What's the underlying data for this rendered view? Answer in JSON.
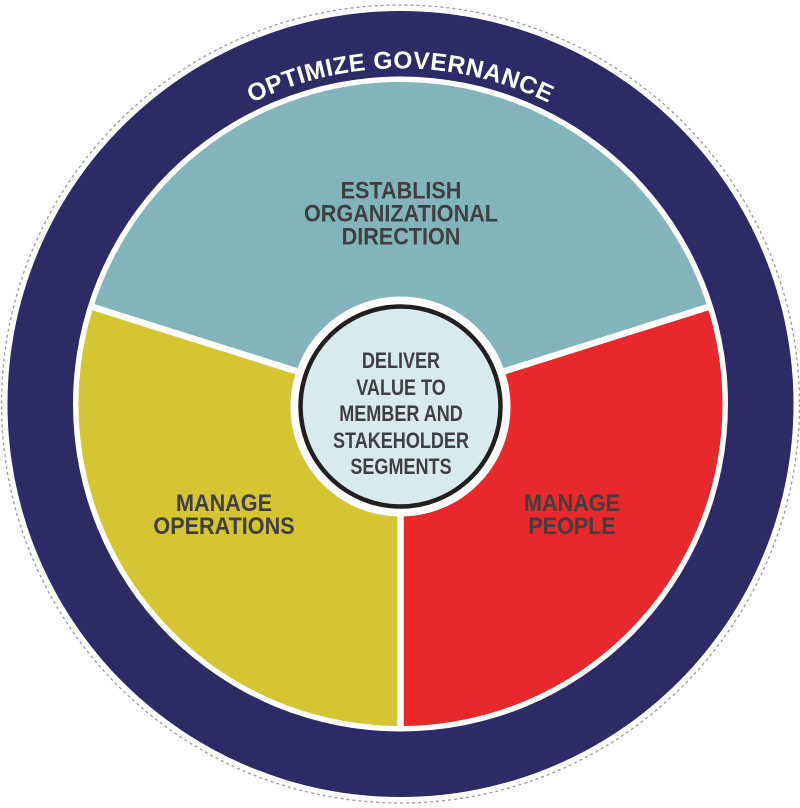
{
  "ring": {
    "label": "OPTIMIZE GOVERNANCE",
    "color": "#2E2A66",
    "text_color": "#FFFFFF"
  },
  "segments": [
    {
      "name": "establish-organizational-direction",
      "label": "ESTABLISH ORGANIZATIONAL DIRECTION",
      "lines": [
        "ESTABLISH",
        "ORGANIZATIONAL",
        "DIRECTION"
      ],
      "color": "#82B4BA"
    },
    {
      "name": "manage-operations",
      "label": "MANAGE OPERATIONS",
      "lines": [
        "MANAGE",
        "OPERATIONS"
      ],
      "color": "#D4C632"
    },
    {
      "name": "manage-people",
      "label": "MANAGE PEOPLE",
      "lines": [
        "MANAGE",
        "PEOPLE"
      ],
      "color": "#E8282B"
    }
  ],
  "center": {
    "label": "DELIVER VALUE TO MEMBER AND STAKEHOLDER SEGMENTS",
    "lines": [
      "DELIVER",
      "VALUE TO",
      "MEMBER AND",
      "STAKEHOLDER",
      "SEGMENTS"
    ],
    "fill": "#D8EAEC",
    "border_color": "#231F20"
  },
  "label_text_color": "#3F3F41",
  "divider_color": "#FFFFFF",
  "outer_dash_color": "#9B9B9B"
}
